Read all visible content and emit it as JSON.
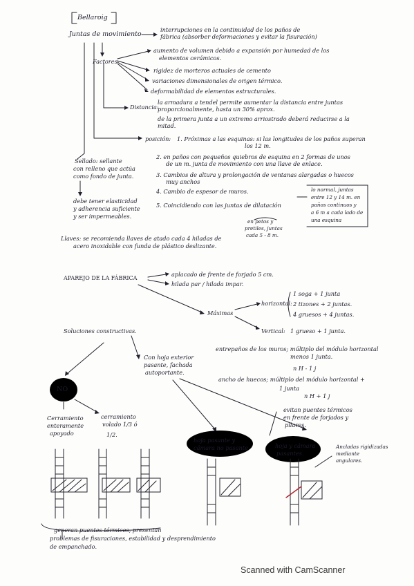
{
  "header": {
    "tag": "Bellaroig"
  },
  "juntas": {
    "title": "Juntas de movimiento",
    "definition": [
      "interrupciones en la continuidad de los paños de",
      "fábrica (absorber deformaciones y evitar la fisuración)"
    ],
    "factores_label": "Factores",
    "factores": [
      [
        "aumento de volumen debido a expansión por humedad de los",
        "elementos cerámicos."
      ],
      [
        "rigidez de morteros actuales de cemento"
      ],
      [
        "variaciones dimensionales de origen térmico."
      ],
      [
        "deformabilidad de elementos estructurales."
      ]
    ],
    "distancia_label": "Distancia:",
    "distancia": [
      "la armadura a tendel permite aumentar la distancia entre juntas",
      "proporcionalmente, hasta un 30% aprox.",
      "de la primera junta a un extremo arriostrado deberá reducirse a la",
      "mitad."
    ],
    "posicion_label": "posición:",
    "posicion": [
      [
        "1. Próximas a las esquinas: si las longitudes de los paños superan",
        "los 12 m."
      ],
      [
        "2. en paños con pequeños quiebros de esquina en 2 formas de unos",
        "de un m. junta de movimiento con una llave de enlace."
      ],
      [
        "3. Cambios de altura y prolongación de ventanas alargadas o huecos",
        "muy anchos"
      ],
      [
        "4. Cambio de espesor de muros."
      ],
      [
        "5. Coincidiendo con las juntas de dilatación"
      ]
    ],
    "note_box": [
      "lo normal, juntas",
      "entre 12 y 14 m. en",
      "paños continuos y",
      "a 6 m a cada lado de",
      "una esquina"
    ],
    "note_petos": [
      "en petos y",
      "pretiles, juntas",
      "cada 5 - 8 m."
    ],
    "sellado": [
      "Sellado: sellante",
      "con relleno que actúa",
      "como fondo de junta."
    ],
    "sellado_req": [
      "debe tener elasticidad",
      "y adherencia suficiente",
      "y ser impermeables."
    ],
    "llaves": [
      "Llaves: se recomienda llaves de atado cada 4 hiladas de",
      "acero inoxidable con funda de plástico deslizante."
    ]
  },
  "aparejo": {
    "title": "APAREJO DE LA FÁBRICA",
    "options": [
      "aplacado de frente de forjado 5 cm.",
      "hilada par / hilada impar."
    ],
    "maximas_label": "Máximas",
    "horizontal_label": "horizontal:",
    "horizontal": [
      "1 soga + 1 junta",
      "2 tizones + 2 juntas.",
      "4 gruesos + 4 juntas."
    ],
    "vertical_label": "Vertical:",
    "vertical": "1 grueso + 1 junta.",
    "entrepanos": [
      "entrepaños de los muros; múltiplo del módulo horizontal",
      "menos 1 junta."
    ],
    "formula1": "n H - 1 j",
    "ancho": [
      "ancho de huecos; múltiplo del módulo horizontal +",
      "1 junta"
    ],
    "formula2": "n H + 1 j",
    "soluciones": "Soluciones constructivas.",
    "hoja_exterior": [
      "Con hoja exterior",
      "pasante, fachada",
      "autoportante."
    ],
    "no_label": "NO",
    "caso_a": [
      "Cerramiento",
      "enteramente",
      "apoyado"
    ],
    "caso_b": [
      "cerramiento",
      "volado 1/3 ó",
      "1/2."
    ],
    "caso_c": [
      "hoja pasante y",
      "cámara no pasante"
    ],
    "caso_d": [
      "hoja y cámara",
      "pasantes."
    ],
    "evitan": [
      "evitan puentes térmicos",
      "en frente de forjados y",
      "pilares."
    ],
    "ancladas": [
      "Ancladas rigidizadas",
      "mediante",
      "angulares."
    ],
    "conclusion": [
      "generan puentes térmicos, presentan",
      "problemas de fisuraciones, estabilidad y desprendimiento",
      "de empanchado."
    ]
  },
  "footer": {
    "scanner": "Scanned with CamScanner"
  }
}
